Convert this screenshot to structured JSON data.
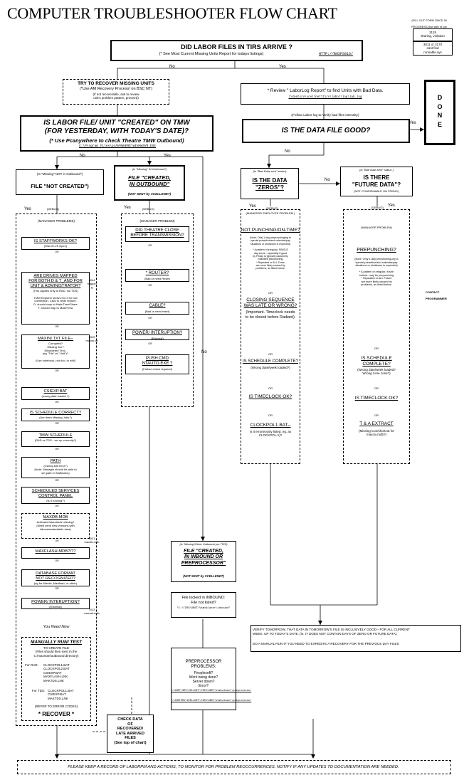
{
  "title": "COMPUTER TROUBLESHOOTER FLOW CHART",
  "corner_note": {
    "line1": "(FILL OUT FORM ONCE IN",
    "line2": "PROGRESS (fax with re job",
    "line3": "received)",
    "box1": "3125\nsharing, violation",
    "box2": "3011 or 3170\ncant find\nrunnable.sys"
  },
  "labels": {
    "no": "No",
    "yes": "Yes",
    "debug": "(DEBUG)",
    "or": "OR"
  },
  "top": {
    "question": "DID LABOR FILES IN TIRS ARRIVE ?",
    "note": "(* See Most Current Missing Units Report for todays listings)",
    "link": "HTTP://BOSFS016/"
  },
  "recover": {
    "title": "TRY TO RECOVER MISSING UNITS",
    "note": "(*Use AM Recovery Process! on BSC NT)",
    "note2": "(If not recoverable, ask to review\nunit's problem pattern, proceed)"
  },
  "created": {
    "question": "IS LABOR FILE/ UNIT \"CREATED\" ON TMW\n(FOR YESTERDAY, WITH TODAY'S DATE)?",
    "note": "(* Use Pcanywhere to check Theatre TMW Outbound)",
    "path": "C:\\Program Files\\pcANYWHERE\\WINAWSVR.EXE"
  },
  "not_created": {
    "tag": "(Is \"Missing\" NOT in Outbound\")",
    "title": "FILE \"NOT CREATED\")"
  },
  "created_out": {
    "tag": "(Is \"Missing\" IN Outbound\")",
    "title": "FILE \"CREATED,\nIN OUTBOUND\"",
    "note": "(NOT SENT by XCELLENET)"
  },
  "left_col": {
    "header": "(MANAGER PROBLEMS)",
    "items": [
      {
        "title": "IS STAFFWORKS OK?",
        "note": "(Was it Left Open)"
      },
      {
        "title": "ARE DRIVES MAPPED\nFOR BOTH D & T_AND FOR\nUNIT & ADMINISTRATOR?",
        "note": "(This applies only to RAD, not TDS)\n\nTMW Explorer shows red x for lost\nconnection. Click to reset restore.\nD: should map to Main/Tmw/Share\nT: should map to Main/Tmw"
      },
      {
        "title": "MAXINI.TXT FILE--",
        "note": "Corrupted?\nMissing line?\nMisordered Text--\n(eg \"Tds\" vs \"Unit\")?\n\n(Use notebook, not doc, to edit)"
      },
      {
        "title": "CSIEXP.BAT",
        "note": "(wrong date loaded ?)"
      },
      {
        "title": "IS SCHEDULE CORRECT?",
        "note": "(Are there Missing Jobs?)"
      },
      {
        "title": "TMW SCHEDULE",
        "note": "(RAD vs TDS-- set up correctly?)"
      },
      {
        "title": "PATH",
        "note": "(Csiexp.bat error?)\n(Note: Manager should be able to\nset path in Staffworks)"
      },
      {
        "title": "SCHEDULED SERVICES\nCONTROL PANEL",
        "note": "(Is it running?)"
      },
      {
        "title": "MAXDB.MDB",
        "note": "AntiLabor/standards missing?\n(Need send new versions with\nlaborstandardtable data)"
      },
      {
        "title": "MAXFLASH.MDB?/??",
        "note": ""
      },
      {
        "title": "DATABASE FORMAT\nNOT RECOGNIZED?",
        "note": "(eg for Maxdb, Maxflash, or other)"
      },
      {
        "title": "POWER/ INTERUPTION?",
        "note": "(External)"
      }
    ],
    "side_codes": [
      "3044\nmappin\ng",
      "3315\nmaxini.txt",
      "3021\nmaxdb.mdb",
      "7013\nmaxcal.mdb"
    ],
    "you_need_now": "You Need Now",
    "manual": {
      "title": "MANUALLY RUN/ TEST",
      "sub": "TO CREATE FILE\n(Files should then exist in the\nC:\\maxman\\outbound directory)",
      "rad_label": "For RAD:",
      "rad_files": "CLOCKPOL1.BAT\nCLOCKPOL2.BAT\nCSIEXP.BAT\nMAXFLASH.LNK\nMAKTDS.LNK",
      "tds_label": "For TDS:",
      "tds_files": "CLOCKPOL1.BAT\nCSIEXP.BAT\nMAKTDS.LNK",
      "refer": "(REFER TO ERROR CODES)",
      "recover": "* RECOVER *"
    }
  },
  "mid_col": {
    "header": "(MANAGER PROBLEM)",
    "items": [
      {
        "title": "DID THEATRE CLOSE\nBEFORE TRANSMISSION?",
        "note": ""
      },
      {
        "title": "* ROUTER?",
        "note": "(Bad or need Reset)"
      },
      {
        "title": "CABLE?",
        "note": "(Bad or need reset)"
      },
      {
        "title": "POWER/ INTERUPTION?",
        "note": "(External)"
      },
      {
        "title": "PUSH.CMD\nNTAUTO.EXE ?",
        "note": "(Failure check required)"
      }
    ]
  },
  "inbound": {
    "tag": "(Is \"Missing\"/Other Outbound yes TIRS)",
    "title": "FILE \"CREATED,\nIN INBOUND OR\nPREPROCESSOR\"",
    "note": "(NOT SENT by XCELLENET)",
    "locked": "File locked in INBOUND:\nFile not listed?",
    "locked_path": "\"C:\\TIRS\\XNET\\Vsmtalazer\\inbound\"",
    "pre_title": "PREPROCESSOR\nPROBLEMS:",
    "pre_items": "Peoplesoft?\nWork being done?\nServer down?\nError?",
    "pre_path1": "\\\\XNET\\SRV\\CELLNET\\TIRS\\XNET\\Vsmtalazer\\preprocessor",
    "pre_path2": "\\\\XNETSRV\\XCELLNET\\TIRS\\XNET\\Vsmtalazer\\preprocessor"
  },
  "check_data": "CHECK DATA\nOF\nRECOVERED/\nLATE ARRIVED\nFILES\n(See top of chart)",
  "right": {
    "laborlog": "* Review \" LaborLog Report\" to find Units with Bad Data.",
    "laborlog_path": "\\\\Xnetsrv\\xcellnet\\tirs\\labor\\log\\lab.log",
    "follow": "(Follow Labor log to Verify bad files intensity)",
    "good_q": "IS THE DATA FILE GOOD?",
    "done": "D\nO\nN\nE",
    "zeros_tag": "(Is \"Bad Data sent\" status)",
    "zeros_q": "IS THE DATA\n\"ZEROS\"?",
    "future_tag": "(Is \"Bad Data sent\" status )",
    "future_q": "IS THERE\n\"FUTURE DATA\"?",
    "future_note": "(NOT CONFIRMABLE ON FRIDAY)",
    "zeros_col": {
      "header": "(MANAGER/ EMPLOYEE PROBLEM )",
      "title1": "NOT PUNCHING/ON-TIME?",
      "note1": "(Note: Only 1-day prepunching/eg to\nspecial preauthorized calendar/pay\nsituations or shutdown is expected)\n\n* A pattern of irregular, SINGLE\nday zeros-- especially if good\nby Friday is typically caused by\nmidweek prepunching\n* Repeated or ALL Zeros\nare more likely caused by\nproblems, as listed below.",
      "title2": "CLOSING SEQUENCE\nWAS LATE OR WRONG?",
      "note2": "(Important. Timeclock needs\nto be closed before Radiant).",
      "title3": "IS SCHEDULE COMPLETE?",
      "note3": "(Wrong date/week loaded?)",
      "title4": "IS TIMECLOCK OK?",
      "title5": "CLOCKPOL1.BAT--",
      "note5": "Is it erroneously listed, eg. as\nCLOCKPOL-1)?"
    },
    "future_col": {
      "header": "(MANAGER PROBLEM)",
      "title1": "PREPUNCHING?",
      "note1": "(Note: Only 1-day prepunching-eg to\nspecial preauthorized calendar/pay\nsituations or shutdown is expected)\n\n* A pattern of irregular, future\nentries- may be prepunching\n* Repeated or ALL Future\nare more likely caused by\nproblems, as listed below.",
      "title2": "IS SCHEDULE\nCOMPLETE?",
      "note2": "(Wrong date/week loaded?\nWrong t ime zone?)",
      "title3": "IS TIMECLOCK OK?",
      "title4": "T & A EXTRACT",
      "note4": "(Missing icon/shortcut for\nmaxcsi.mdb?)"
    },
    "contact": "CONTACT\n\nPROGRAMMER",
    "verify": "VERIFY TOMORROW, THAT DATA IN TOMORROW'S FILE IS INCLUSIVELY GOOD-- FOR ALL CURRENT\nWEEK, UP TO TODAY'S DATE. (ie. IT DOES NOT CONTAIN DAYS OF ZERO OR FUTURE DATA).",
    "manual_run": "DO A MANUAL RUN IF YOU NEED TO EXPEDITE A RECOVERY FOR THE PREVIOUS DAY FILES"
  },
  "footer": "PLEASE KEEP A RECORD OF LABORPM AND ACTIONS, TO MONITOR FOR PROBLEM REOCCURRENCES. NOTIFY IF ANY UPDATES TO DOCUMENTATION ARE NEEDED."
}
